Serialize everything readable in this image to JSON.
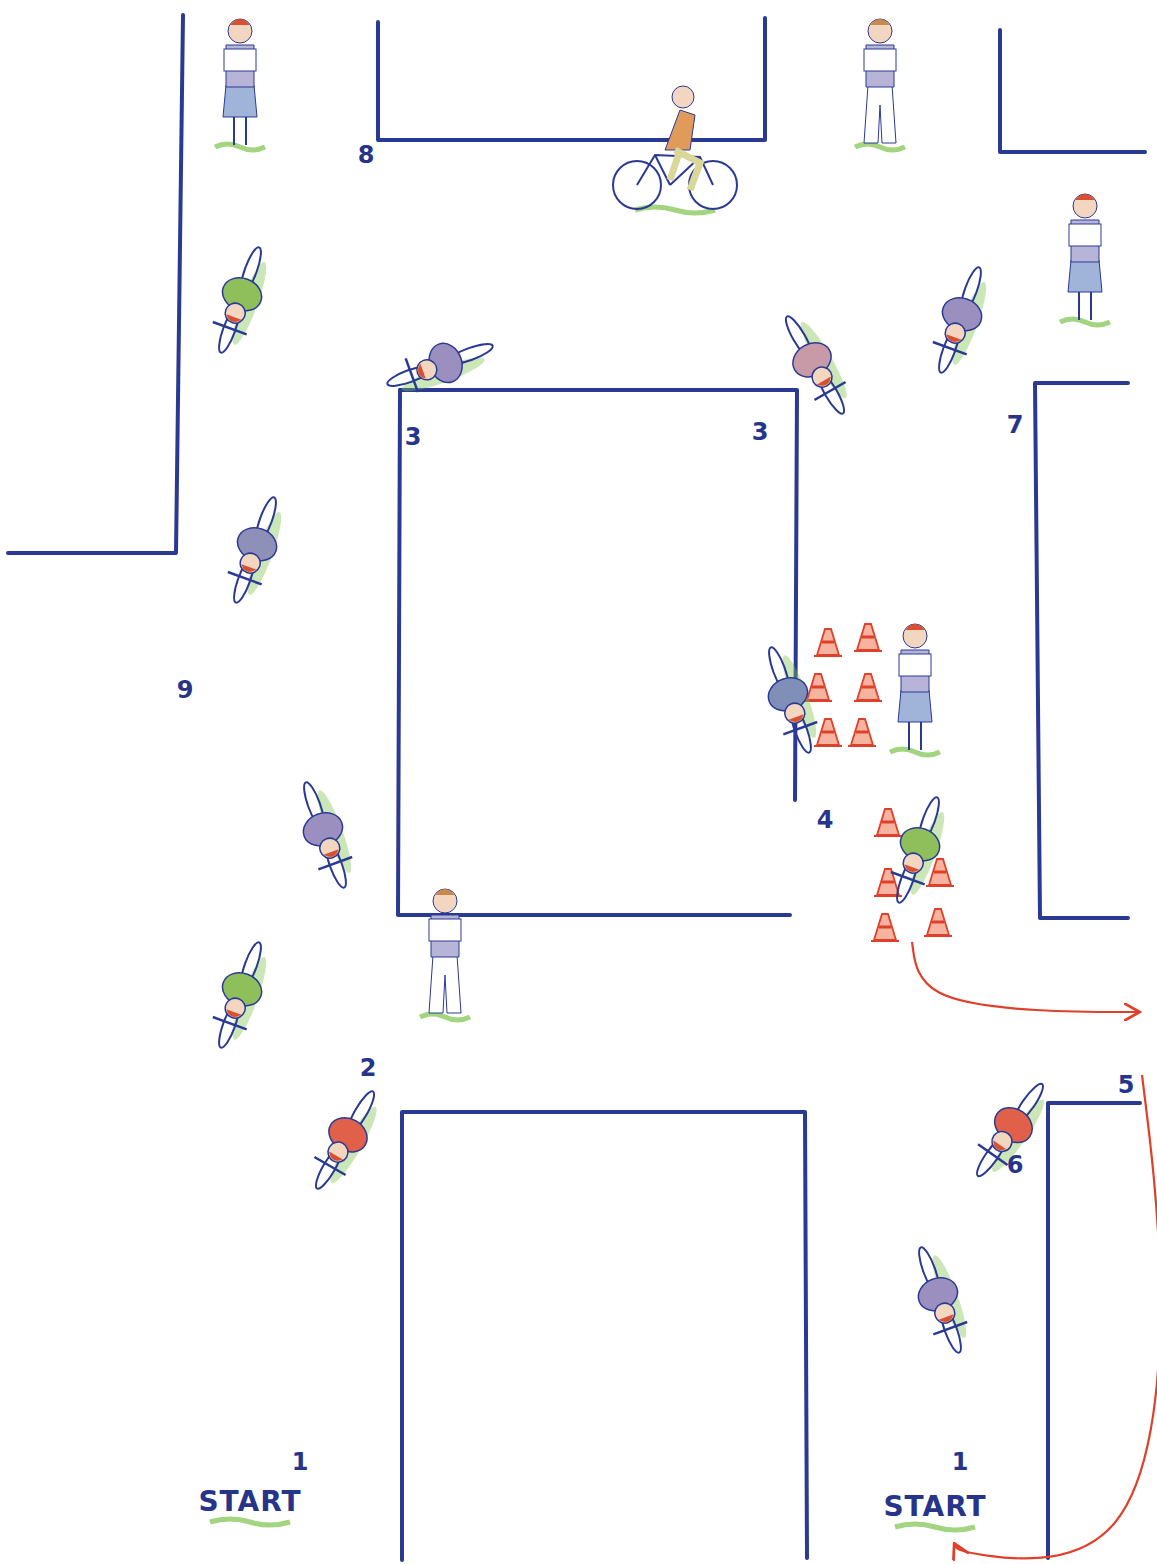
{
  "diagram": {
    "labels": [
      "8",
      "3",
      "3",
      "7",
      "9",
      "4",
      "2",
      "5",
      "6",
      "1",
      "START",
      "1",
      "START"
    ]
  }
}
